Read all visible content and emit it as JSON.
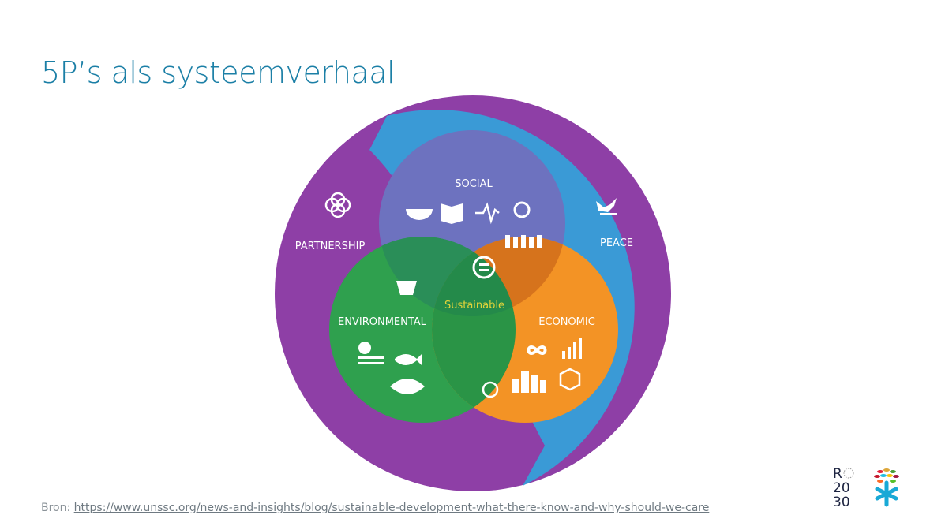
{
  "title": "5P’s als systeemverhaal",
  "diagram": {
    "outer": {
      "partnership": "PARTNERSHIP",
      "peace": "PEACE"
    },
    "circles": {
      "social": "SOCIAL",
      "environmental": "ENVIRONMENTAL",
      "economic": "ECONOMIC"
    },
    "center": "Sustainable",
    "colors": {
      "purple": "#8e3fa6",
      "blue": "#3a9ad6",
      "social": "#6d72bf",
      "environmental": "#2fa04e",
      "economic": "#f39325",
      "center_text": "#e3d43a"
    }
  },
  "source": {
    "prefix": "Bron: ",
    "link": "https://www.unssc.org/news-and-insights/blog/sustainable-development-what-there-know-and-why-should-we-care"
  },
  "logo": {
    "text_r": "R",
    "text_20": "20",
    "text_30": "30"
  }
}
